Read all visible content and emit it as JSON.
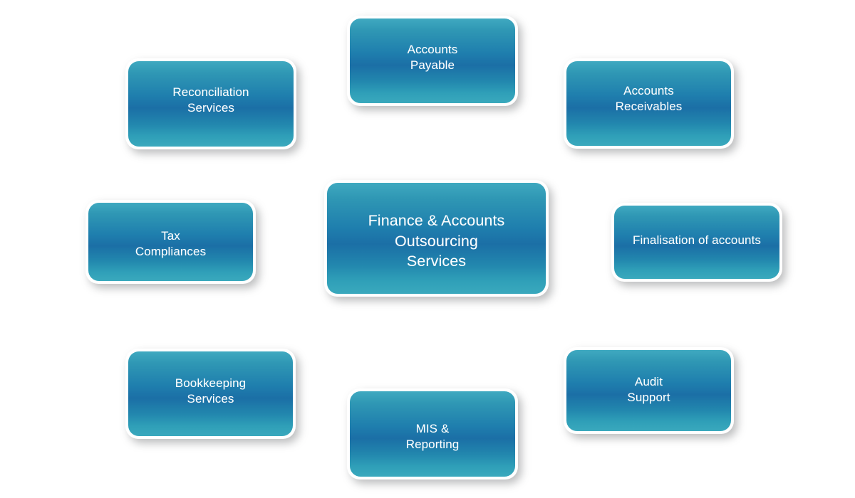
{
  "diagram": {
    "title": "Finance & Accounts Outsourcing Services",
    "type": "hub-and-spoke",
    "background_color": "#ffffff",
    "node_gradient_top_color": "#3fa9c0",
    "node_gradient_mid_color": "#1b6fa6",
    "node_gradient_bottom_color": "#3aa9bd",
    "node_text_color": "#ffffff",
    "node_border_color": "#ffffff",
    "shadow_color": "#5a5c5f",
    "hub": {
      "id": "hub",
      "label": "Finance & Accounts\nOutsourcing\nServices"
    },
    "satellites": [
      {
        "id": "reconciliation",
        "label": "Reconciliation\nServices",
        "position": "top-left"
      },
      {
        "id": "accounts-payable",
        "label": "Accounts\nPayable",
        "position": "top-center"
      },
      {
        "id": "accounts-receivable",
        "label": "Accounts\nReceivables",
        "position": "top-right"
      },
      {
        "id": "tax-compliances",
        "label": "Tax\nCompliances",
        "position": "middle-left"
      },
      {
        "id": "finalisation",
        "label": "Finalisation of accounts",
        "position": "middle-right"
      },
      {
        "id": "bookkeeping",
        "label": "Bookkeeping\nServices",
        "position": "bottom-left"
      },
      {
        "id": "mis-reporting",
        "label": "MIS &\nReporting",
        "position": "bottom-center"
      },
      {
        "id": "audit-support",
        "label": "Audit\nSupport",
        "position": "bottom-right"
      }
    ]
  }
}
